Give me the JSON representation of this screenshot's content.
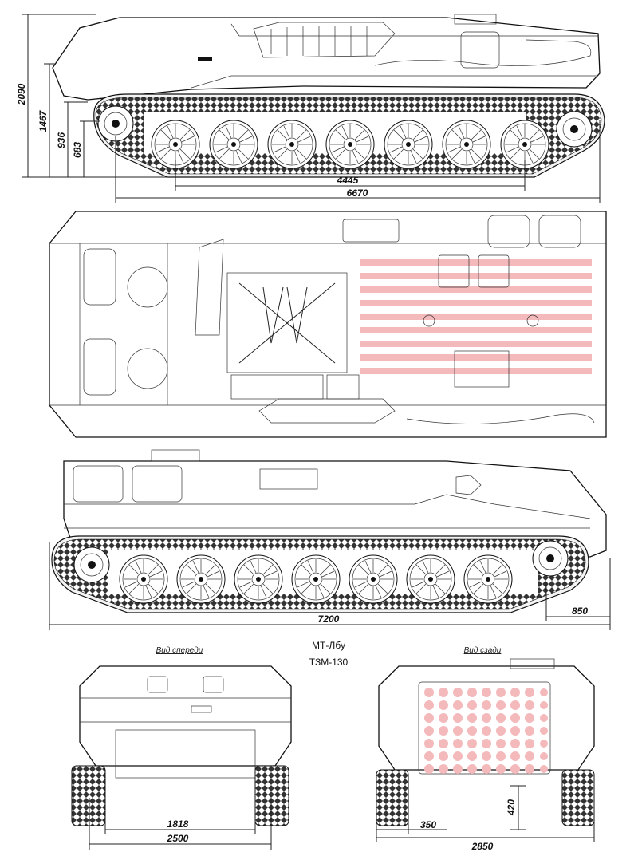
{
  "title": {
    "model": "МТ-Лбу",
    "variant": "ТЗМ-130"
  },
  "captions": {
    "front": "Вид спереди",
    "rear": "Вид сзади"
  },
  "dimensions": {
    "height_total": "2090",
    "height_hull": "1467",
    "height_936": "936",
    "height_683": "683",
    "wheelbase": "4445",
    "track_length": "6670",
    "length_total": "7200",
    "rear_overhang": "850",
    "front_track_gauge": "1818",
    "front_width": "2500",
    "rear_track_width": "350",
    "rear_width": "2850",
    "rear_ground_clearance": "420"
  },
  "colors": {
    "line": "#111111",
    "fuel_zone": "#f4b9bb",
    "background": "#ffffff"
  }
}
